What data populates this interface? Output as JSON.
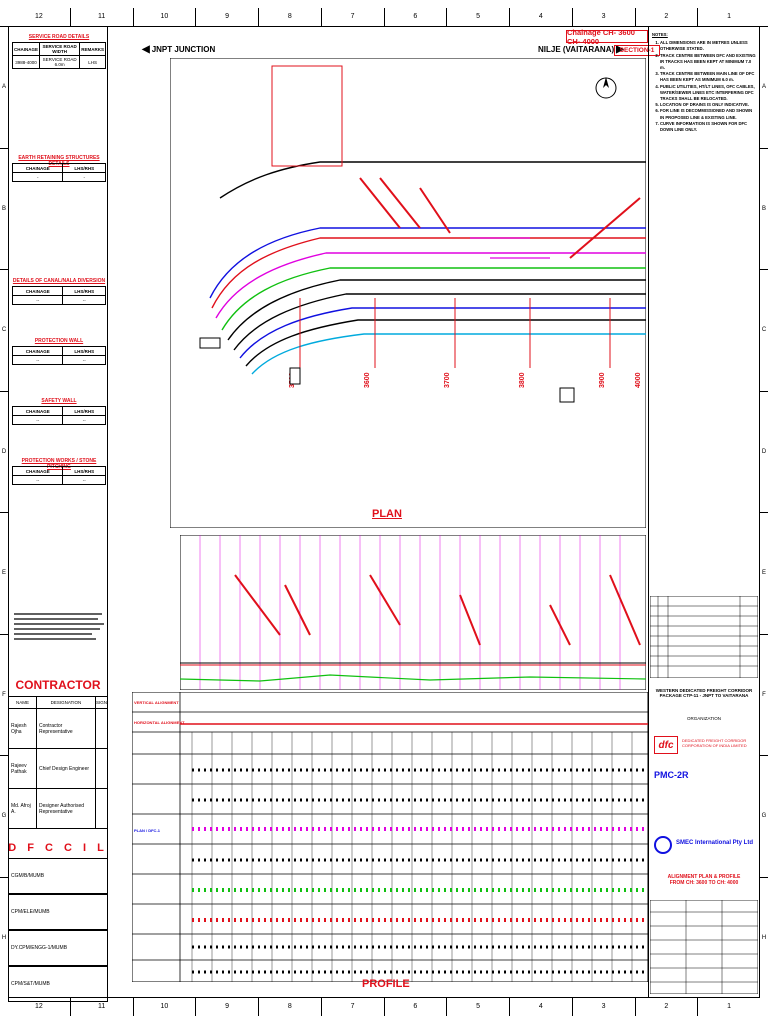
{
  "ruler": {
    "top": [
      "12",
      "11",
      "10",
      "9",
      "8",
      "7",
      "6",
      "5",
      "4",
      "3",
      "2",
      "1"
    ],
    "bottom": [
      "12",
      "11",
      "10",
      "9",
      "8",
      "7",
      "6",
      "5",
      "4",
      "3",
      "2",
      "1"
    ],
    "left": [
      "A",
      "B",
      "C",
      "D",
      "E",
      "F",
      "G",
      "H"
    ],
    "right": [
      "A",
      "B",
      "C",
      "D",
      "E",
      "F",
      "G",
      "H"
    ]
  },
  "header": {
    "left_direction": "JNPT JUNCTION",
    "right_direction": "NILJE (VAITARANA)",
    "chainage": "Chainage CH- 3600   CH- 4000",
    "section": "SECTION-1"
  },
  "left_panel": {
    "service_road_title": "SERVICE ROAD DETAILS",
    "service_road_headers": [
      "CHAINAGE",
      "SERVICE ROAD WIDTH",
      "REMARKS"
    ],
    "service_road_row": [
      "3988-4000",
      "SERVICE ROAD 6.0m",
      "LHS"
    ],
    "earth_retaining_title": "EARTH RETAINING STRUCTURES DETAILS",
    "earth_retaining_headers": [
      "CHAINAGE",
      "LHS/RHS"
    ],
    "earth_retaining_row": [
      "-",
      "-"
    ],
    "canal_title": "DETAILS OF CANAL/NALA DIVERSION",
    "canal_headers": [
      "CHAINAGE",
      "LHS/RHS"
    ],
    "canal_row": [
      "--",
      "--"
    ],
    "protection_title": "PROTECTION WALL",
    "protection_headers": [
      "CHAINAGE",
      "LHS/RHS"
    ],
    "protection_row": [
      "--",
      "--"
    ],
    "safety_title": "SAFETY WALL",
    "safety_headers": [
      "CHAINAGE",
      "LHS/RHS"
    ],
    "safety_row": [
      "--",
      "--"
    ],
    "pitching_title": "PROTECTION WORKS / STONE PITCHING",
    "pitching_headers": [
      "CHAINAGE",
      "LHS/RHS"
    ],
    "pitching_row": [
      "--",
      "--"
    ],
    "contractor_title": "CONTRACTOR",
    "contractor_headers": [
      "NAME",
      "DESIGNATION",
      "SIGN"
    ],
    "contractor_rows": [
      {
        "name": "Rajesh Ojha",
        "designation": "Contractor Representative"
      },
      {
        "name": "Rajeev Pathak",
        "designation": "Chief Design Engineer"
      },
      {
        "name": "Md. Afroj A.",
        "designation": "Designer Authorised Representative"
      }
    ],
    "dfccil_title": "D F C C I L",
    "dfccil_rows": [
      "CGM/B/MUMB",
      "CPM/ELE/MUMB",
      "DY.CPM/ENGG-1/MUMB",
      "CPM/S&T/MUMB"
    ]
  },
  "notes": {
    "title": "NOTES:",
    "items": [
      "ALL DIMENSIONS ARE IN METRES UNLESS OTHERWISE STATED.",
      "TRACK CENTRE BETWEEN DFC AND EXISTING IR TRACKS HAS BEEN KEPT AT MINIMUM 7.0 m.",
      "TRACK CENTRE BETWEEN MAIN LINE OF DFC HAS BEEN KEPT AS MINIMUM 6.0 m.",
      "PUBLIC UTILITIES, HT/LT LINES, OFC CABLES, WATER/SEWER LINES ETC INTERFERING DFC TRACKS SHALL BE RELOCATED.",
      "LOCATION OF DRAINS IS ONLY INDICATIVE.",
      "FOR LINE IS DECOMMISSIONED AND SHOWN IN PROPOSED LINE & EXISTING LINE.",
      "CURVE INFORMATION IS SHOWN FOR DFC DOWN LINE ONLY."
    ]
  },
  "plan": {
    "label": "PLAN",
    "chainages": [
      "3500",
      "3600",
      "3700",
      "3800",
      "3900",
      "4000"
    ]
  },
  "profile": {
    "label": "PROFILE",
    "rows": [
      "VERTICAL ALIGNMENT",
      "HORIZONTAL ALIGNMENT",
      "PLAN / DFC-1"
    ]
  },
  "title_block": {
    "project_line1": "WESTERN DEDICATED FREIGHT CORRIDOR",
    "project_line2": "PACKAGE CTP-11 - JNPT TO VAITARANA",
    "org": "ORGANIZATION",
    "dfc_name": "DEDICATED FREIGHT CORRIDOR CORPORATION OF INDIA LIMITED",
    "pmc": "PMC-2R",
    "consultant": "SMEC International Pty Ltd",
    "drawing_title1": "ALIGNMENT PLAN & PROFILE",
    "drawing_title2": "FROM CH: 3600 TO CH: 4000"
  },
  "colors": {
    "red": "#e0101b",
    "magenta": "#e000e0",
    "blue": "#1010e0",
    "green": "#10c010",
    "cyan": "#00aadd"
  }
}
